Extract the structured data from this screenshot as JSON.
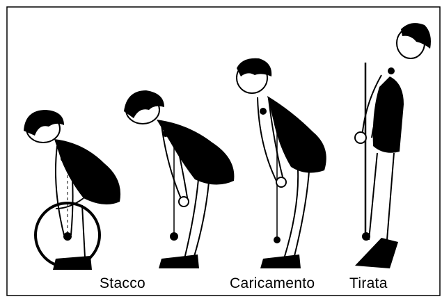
{
  "figure": {
    "captions": {
      "stacco": "Stacco",
      "caricamento": "Caricamento",
      "tirata": "Tirata"
    },
    "colors": {
      "ink": "#000000",
      "background": "#ffffff"
    }
  }
}
